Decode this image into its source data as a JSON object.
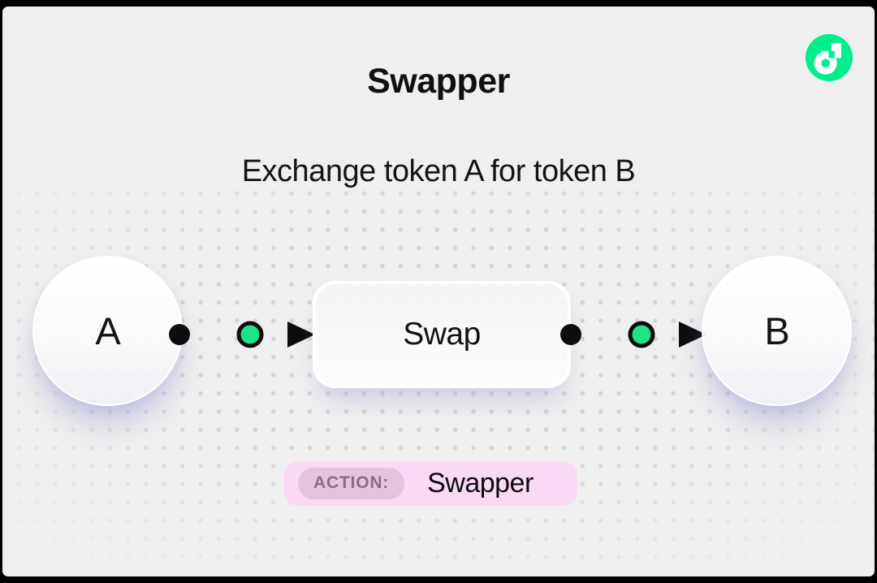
{
  "header": {
    "title": "Swapper",
    "subtitle": "Exchange token A for token B"
  },
  "logo": {
    "name": "Flow",
    "icon": "flow-logo"
  },
  "diagram": {
    "nodes": [
      {
        "id": "A",
        "label": "A",
        "type": "token"
      },
      {
        "id": "Swap",
        "label": "Swap",
        "type": "action"
      },
      {
        "id": "B",
        "label": "B",
        "type": "token"
      }
    ],
    "edges": [
      {
        "from": "A",
        "to": "Swap",
        "style": "dot-greencircle-arrow"
      },
      {
        "from": "Swap",
        "to": "B",
        "style": "dot-greencircle-arrow"
      }
    ]
  },
  "action_badge": {
    "label": "ACTION:",
    "value": "Swapper"
  },
  "colors": {
    "background": "#efefef",
    "ink": "#101010",
    "accent_green": "#00ef8b",
    "connector_green": "#1ee384",
    "badge_pink": "#fad9f5",
    "badge_label_bg": "#e4c3dd",
    "badge_label_text": "#85707f"
  }
}
